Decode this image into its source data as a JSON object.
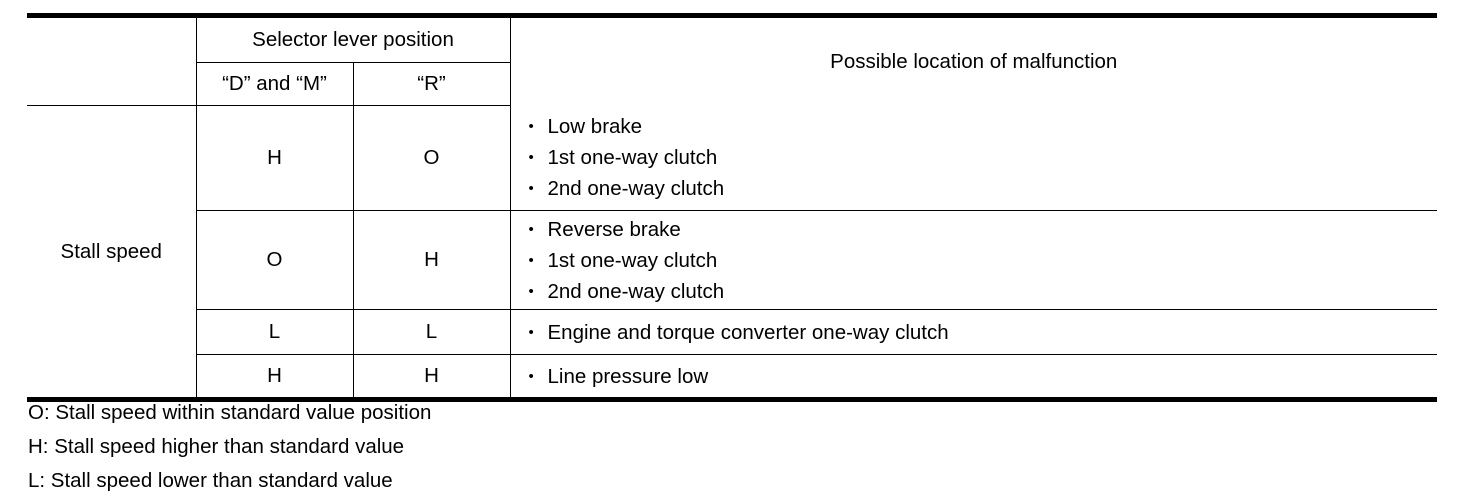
{
  "table": {
    "columns": {
      "row_label_header": "",
      "group_header": "Selector lever position",
      "sub_headers": [
        "“D” and “M”",
        "“R”"
      ],
      "malfunction_header": "Possible location of malfunction"
    },
    "row_label": "Stall speed",
    "rows": [
      {
        "dm": "H",
        "r": "O",
        "malfunctions": [
          "Low brake",
          "1st one-way clutch",
          "2nd one-way clutch"
        ]
      },
      {
        "dm": "O",
        "r": "H",
        "malfunctions": [
          "Reverse brake",
          "1st one-way clutch",
          "2nd one-way clutch"
        ]
      },
      {
        "dm": "L",
        "r": "L",
        "malfunctions": [
          "Engine and torque converter one-way clutch"
        ]
      },
      {
        "dm": "H",
        "r": "H",
        "malfunctions": [
          "Line pressure low"
        ]
      }
    ]
  },
  "footnotes": [
    "O: Stall speed within standard value position",
    "H: Stall speed higher than standard value",
    "L: Stall speed lower than standard value"
  ],
  "colors": {
    "text": "#000000",
    "background": "#ffffff",
    "rule": "#000000"
  }
}
